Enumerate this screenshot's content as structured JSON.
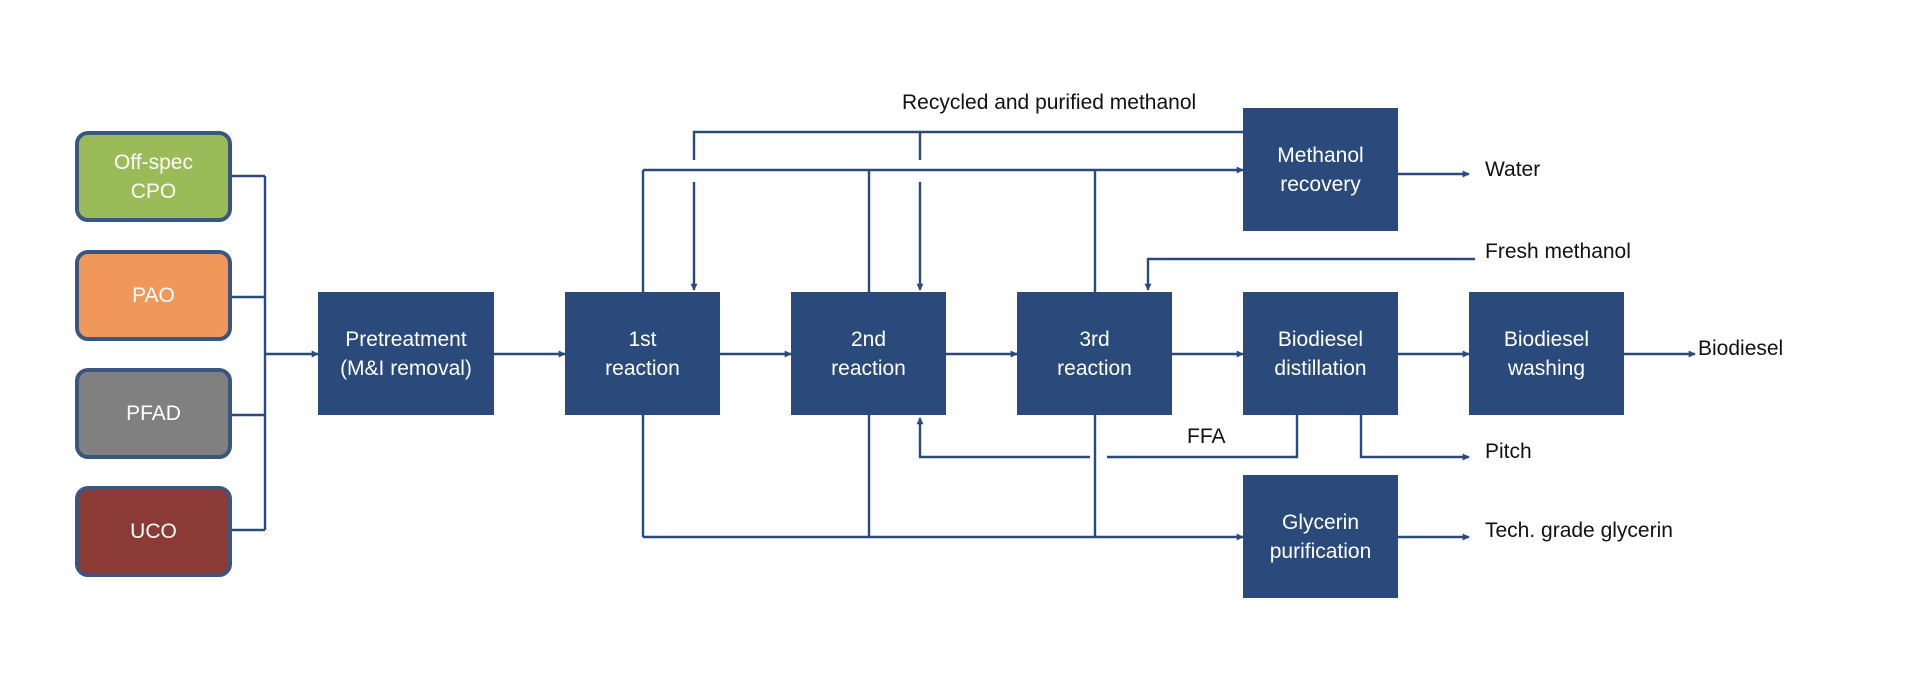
{
  "colors": {
    "process_fill": "#2a4a7b",
    "connector": "#2a4a7b",
    "feed_border": "#3a5680",
    "off_spec_cpo": "#9bbb59",
    "pao": "#f0985a",
    "pfad": "#808080",
    "uco": "#8b3a35"
  },
  "feedstocks": [
    {
      "label": "Off-spec\nCPO"
    },
    {
      "label": "PAO"
    },
    {
      "label": "PFAD"
    },
    {
      "label": "UCO"
    }
  ],
  "processes": {
    "pretreatment": "Pretreatment\n(M&I removal)",
    "reaction1": "1st\nreaction",
    "reaction2": "2nd\nreaction",
    "reaction3": "3rd\nreaction",
    "methanol_recovery": "Methanol\nrecovery",
    "biodiesel_distillation": "Biodiesel\ndistillation",
    "biodiesel_washing": "Biodiesel\nwashing",
    "glycerin_purification": "Glycerin\npurification"
  },
  "stream_labels": {
    "recycled_methanol": "Recycled and purified methanol",
    "water": "Water",
    "fresh_methanol": "Fresh methanol",
    "biodiesel": "Biodiesel",
    "ffa": "FFA",
    "pitch": "Pitch",
    "glycerin": "Tech. grade glycerin"
  }
}
